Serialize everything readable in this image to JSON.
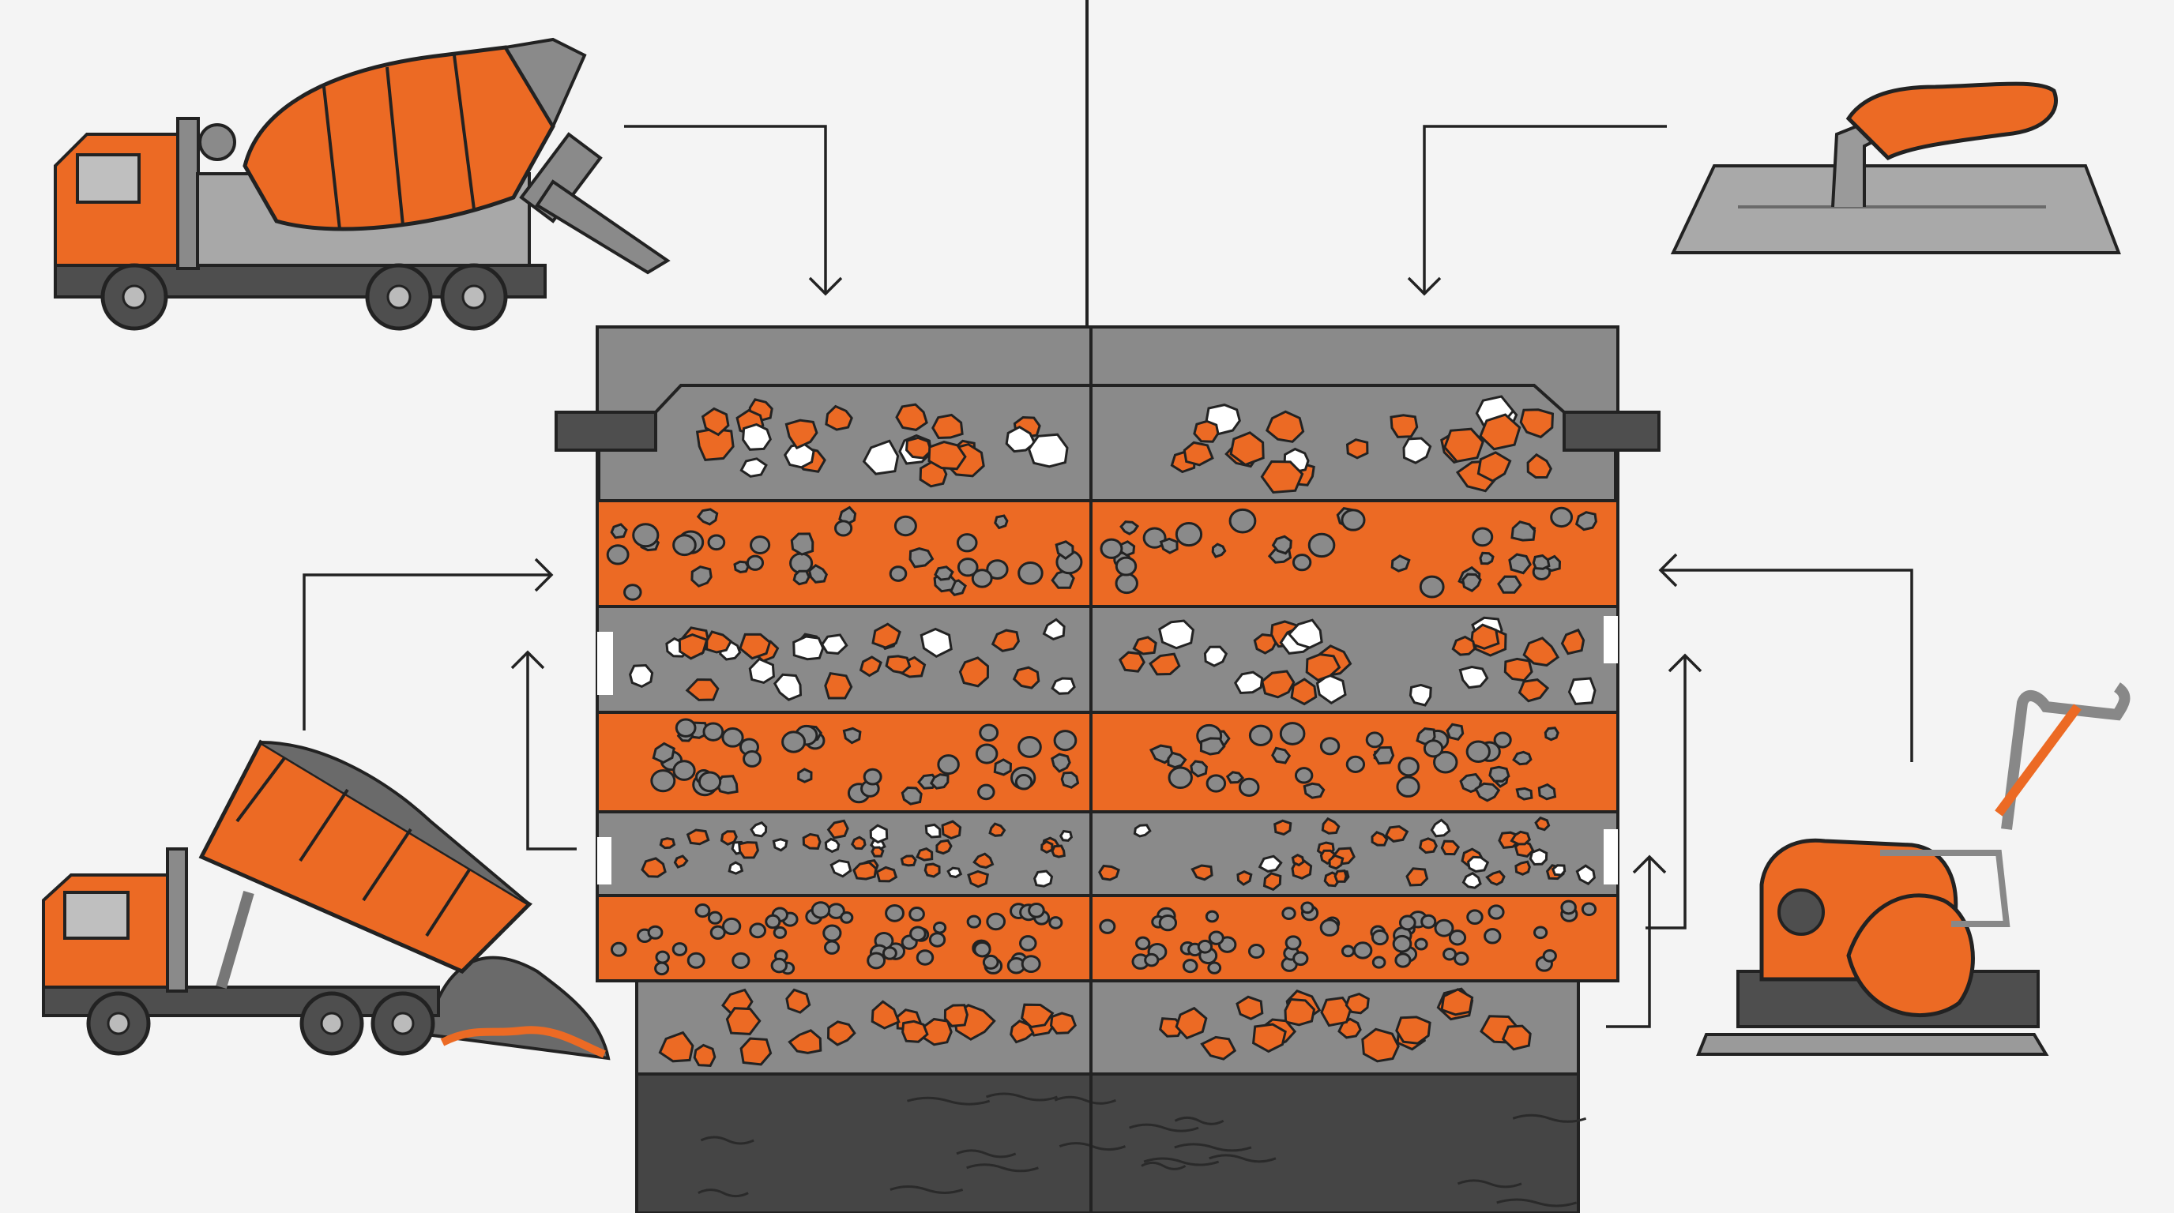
{
  "colors": {
    "background": "#f4f4f4",
    "accent_orange": "#ec6a24",
    "concrete_gray": "#8a8a8a",
    "dark_gray": "#4e4e4e",
    "soil": "#454545",
    "outline": "#222222",
    "white_aggregate": "#ffffff"
  },
  "icons": [
    "concrete-mixer-truck-icon",
    "finishing-trowel-icon",
    "dump-truck-icon",
    "plate-compactor-icon"
  ],
  "cross_section": {
    "halves": 2,
    "layers": [
      {
        "id": "formwork-cap",
        "kind": "gray-mix"
      },
      {
        "id": "surface-concrete",
        "kind": "coarse-orange-aggregate"
      },
      {
        "id": "base-1",
        "kind": "orange-layer-gray-stones"
      },
      {
        "id": "sub-base-1",
        "kind": "gray-layer-mixed-stones"
      },
      {
        "id": "base-2",
        "kind": "orange-layer-gray-stones"
      },
      {
        "id": "sub-base-2",
        "kind": "gray-layer-fine-stones"
      },
      {
        "id": "base-3",
        "kind": "orange-layer-fine-stones"
      },
      {
        "id": "foundation-fill",
        "kind": "gray-layer-orange-stones"
      },
      {
        "id": "native-soil",
        "kind": "dark-soil"
      }
    ]
  }
}
